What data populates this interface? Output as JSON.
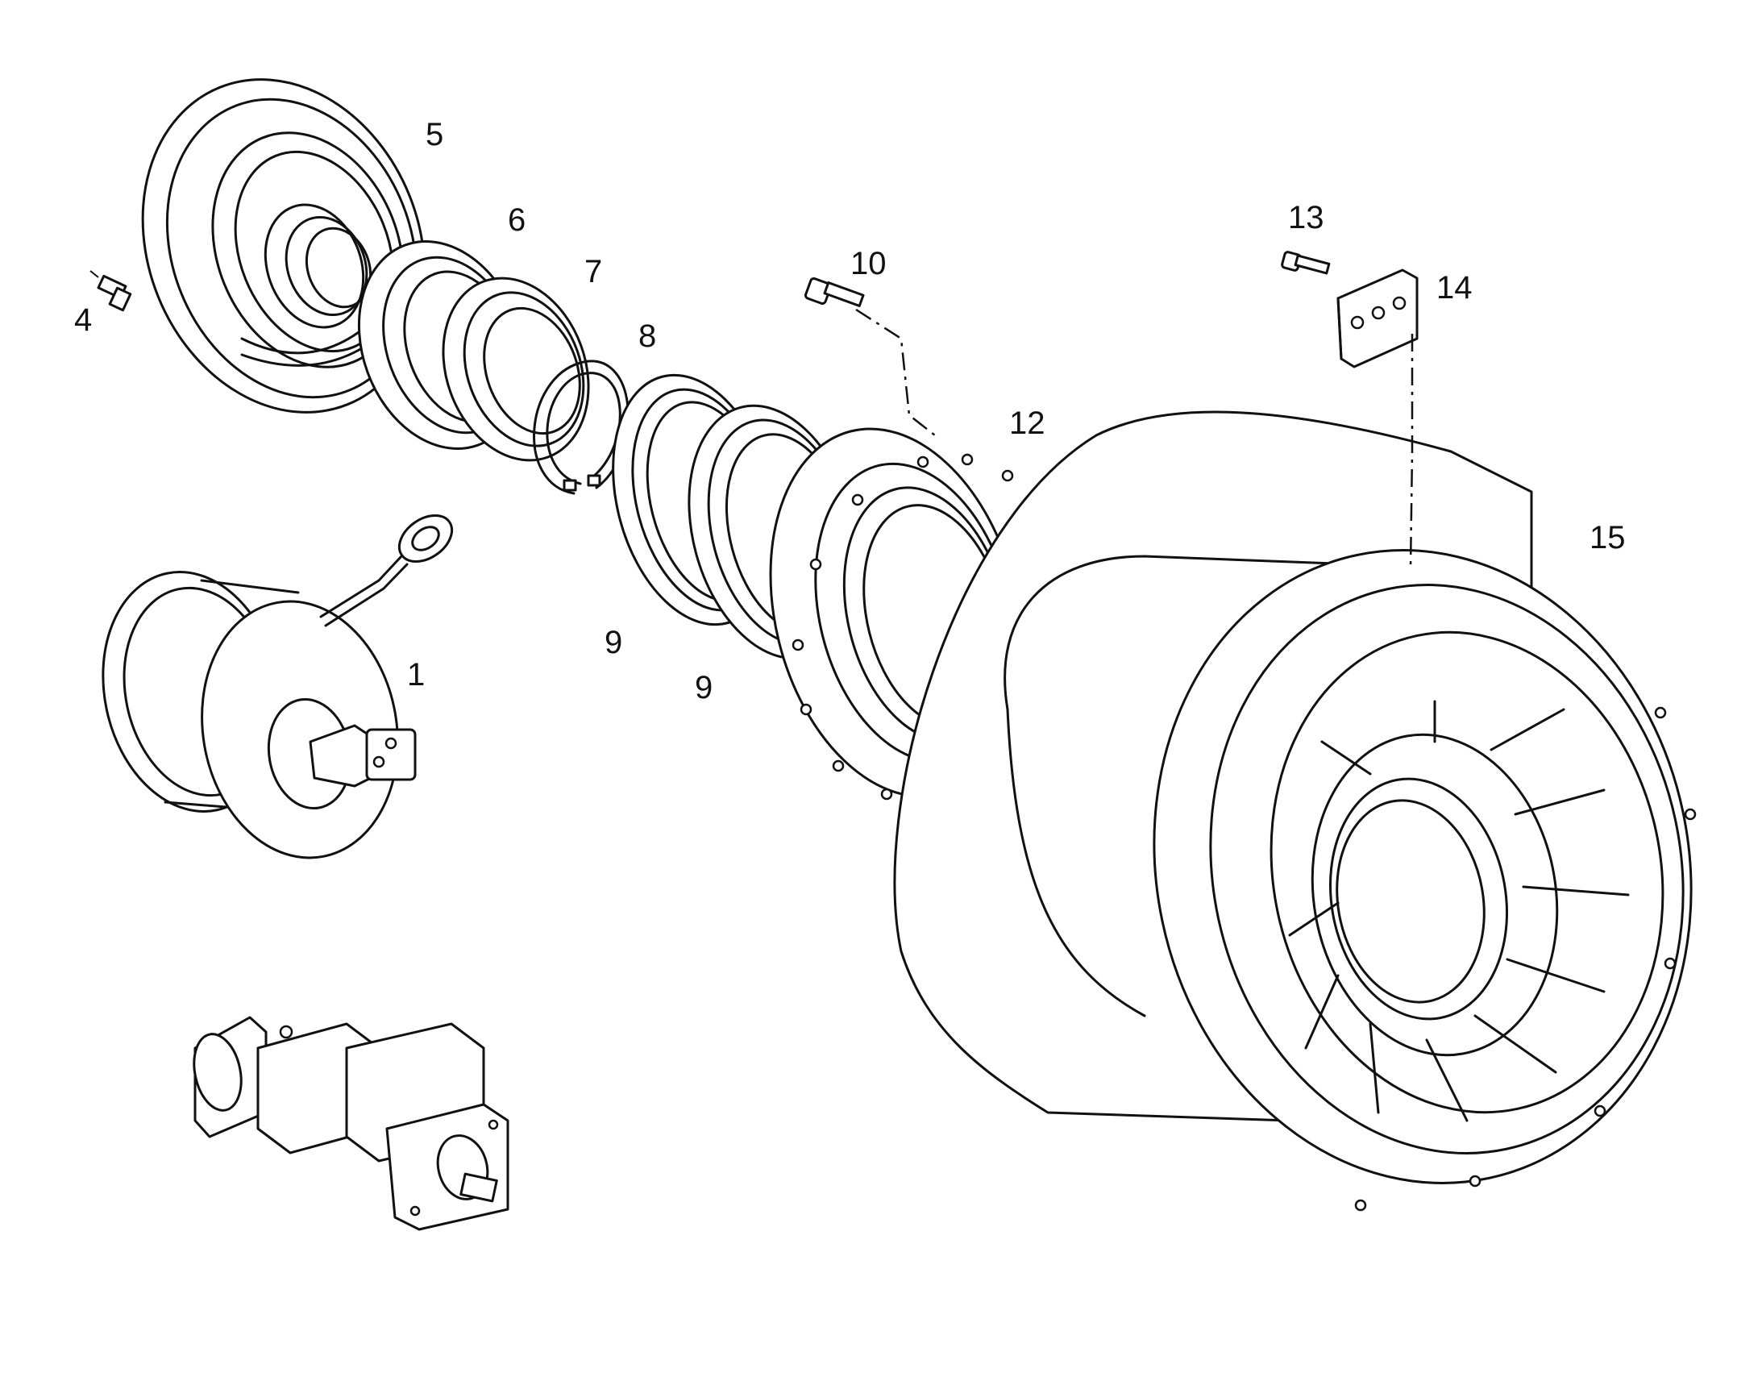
{
  "callouts": [
    {
      "id": "1",
      "text": "1"
    },
    {
      "id": "4",
      "text": "4"
    },
    {
      "id": "5",
      "text": "5"
    },
    {
      "id": "6",
      "text": "6"
    },
    {
      "id": "7",
      "text": "7"
    },
    {
      "id": "8",
      "text": "8"
    },
    {
      "id": "9a",
      "text": "9"
    },
    {
      "id": "9b",
      "text": "9"
    },
    {
      "id": "10",
      "text": "10"
    },
    {
      "id": "12",
      "text": "12"
    },
    {
      "id": "13",
      "text": "13"
    },
    {
      "id": "14",
      "text": "14"
    },
    {
      "id": "15",
      "text": "15"
    }
  ]
}
